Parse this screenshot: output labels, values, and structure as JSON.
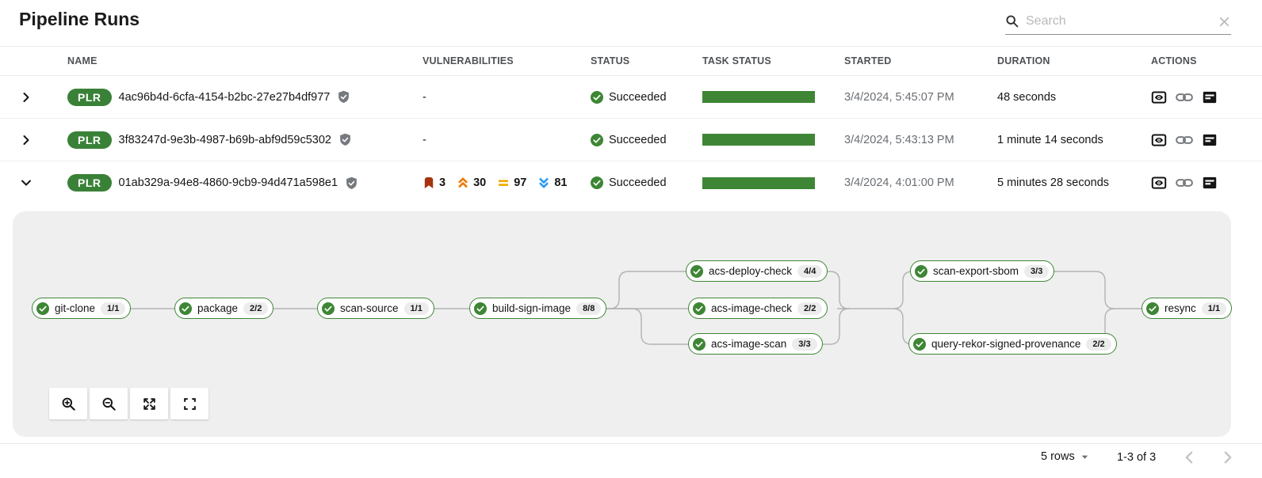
{
  "page": {
    "title": "Pipeline Runs"
  },
  "search": {
    "placeholder": "Search"
  },
  "table": {
    "columns": [
      "NAME",
      "VULNERABILITIES",
      "STATUS",
      "TASK STATUS",
      "STARTED",
      "DURATION",
      "ACTIONS"
    ],
    "rows": [
      {
        "badge": "PLR",
        "name": "4ac96b4d-6cfa-4154-b2bc-27e27b4df977",
        "vulnerabilities": "-",
        "status": "Succeeded",
        "started": "3/4/2024, 5:45:07 PM",
        "duration": "48 seconds"
      },
      {
        "badge": "PLR",
        "name": "3f83247d-9e3b-4987-b69b-abf9d59c5302",
        "vulnerabilities": "-",
        "status": "Succeeded",
        "started": "3/4/2024, 5:43:13 PM",
        "duration": "1 minute 14 seconds"
      },
      {
        "badge": "PLR",
        "name": "01ab329a-94e8-4860-9cb9-94d471a598e1",
        "vulnerabilities": {
          "critical": "3",
          "high": "30",
          "medium": "97",
          "low": "81"
        },
        "status": "Succeeded",
        "started": "3/4/2024, 4:01:00 PM",
        "duration": "5 minutes 28 seconds"
      }
    ]
  },
  "pipeline_graph": {
    "tasks": [
      {
        "label": "git-clone",
        "count": "1/1"
      },
      {
        "label": "package",
        "count": "2/2"
      },
      {
        "label": "scan-source",
        "count": "1/1"
      },
      {
        "label": "build-sign-image",
        "count": "8/8"
      },
      {
        "label": "acs-deploy-check",
        "count": "4/4"
      },
      {
        "label": "acs-image-check",
        "count": "2/2"
      },
      {
        "label": "acs-image-scan",
        "count": "3/3"
      },
      {
        "label": "scan-export-sbom",
        "count": "3/3"
      },
      {
        "label": "query-rekor-signed-provenance",
        "count": "2/2"
      },
      {
        "label": "resync",
        "count": "1/1"
      }
    ]
  },
  "footer": {
    "rows_per_page": "5 rows",
    "page_range": "1-3 of 3"
  },
  "icons": {
    "search": "magnifier",
    "clear_search": "x-mark",
    "expand_row": "chevron",
    "signed": "shield-check",
    "succeeded": "check-circle",
    "view_output": "eye-in-square",
    "copy_link": "chain-link",
    "view_logs": "document-lines",
    "severity_critical": "ribbon",
    "severity_high": "double-chevron-up",
    "severity_medium": "equals",
    "severity_low": "double-chevron-down",
    "graph": [
      "zoom-in",
      "zoom-out",
      "fit-to-screen",
      "reset-view"
    ],
    "pagination": [
      "chevron-left",
      "chevron-right"
    ]
  },
  "colors": {
    "success_green": "#3e8635",
    "badge_green": "#3a8138",
    "critical": "#a5330f",
    "high": "#ec7a08",
    "medium": "#f0ab00",
    "low": "#2b9af3",
    "panel_bg": "#efefef"
  }
}
